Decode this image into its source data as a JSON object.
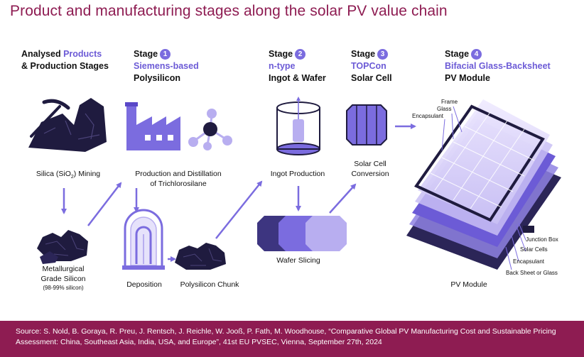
{
  "title": "Product and manufacturing stages along the solar PV value chain",
  "column_header": {
    "line1_a": "Analysed ",
    "line1_b": "Products",
    "line2": "& Production Stages"
  },
  "stages": [
    {
      "label": "Stage",
      "number": "1",
      "subtitle": "Siemens-based",
      "product": "Polysilicon"
    },
    {
      "label": "Stage",
      "number": "2",
      "subtitle": "n-type",
      "product": "Ingot & Wafer"
    },
    {
      "label": "Stage",
      "number": "3",
      "subtitle": "TOPCon",
      "product": "Solar Cell"
    },
    {
      "label": "Stage",
      "number": "4",
      "subtitle": "Bifacial Glass-Backsheet",
      "product": "PV Module"
    }
  ],
  "steps": {
    "silica_mining": {
      "pre": "Silica (SiO",
      "sub": "2",
      "post": ") Mining"
    },
    "mg_silicon": {
      "line1": "Metallurgical",
      "line2": "Grade Silicon",
      "note": "(98-99% silicon)"
    },
    "distillation": {
      "line1": "Production and Distillation",
      "line2": "of Trichlorosilane"
    },
    "deposition": "Deposition",
    "polysilicon_chunk": "Polysilicon Chunk",
    "ingot_production": "Ingot Production",
    "wafer_slicing": "Wafer Slicing",
    "cell_conversion": {
      "line1": "Solar Cell",
      "line2": "Conversion"
    },
    "pv_module": "PV Module"
  },
  "module_layers": {
    "frame": "Frame",
    "glass": "Glass",
    "encapsulant_top": "Encapsulant",
    "junction_box": "Junction Box",
    "solar_cells": "Solar Cells",
    "encapsulant_bottom": "Encapsulant",
    "back_sheet": "Back Sheet or Glass"
  },
  "source": "Source: S. Nold, B. Goraya, R. Preu, J. Rentsch, J. Reichle, W. Jooß, P. Fath, M. Woodhouse, “Comparative Global PV Manufacturing Cost and Sustainable Pricing Assessment:  China, Southeast Asia, India, USA, and Europe”, 41st EU PVSEC, Vienna, September 27th, 2024",
  "colors": {
    "title": "#8e1c52",
    "accent": "#7b6cdf",
    "dark": "#1f1b3f",
    "footer": "#8e1c52"
  }
}
